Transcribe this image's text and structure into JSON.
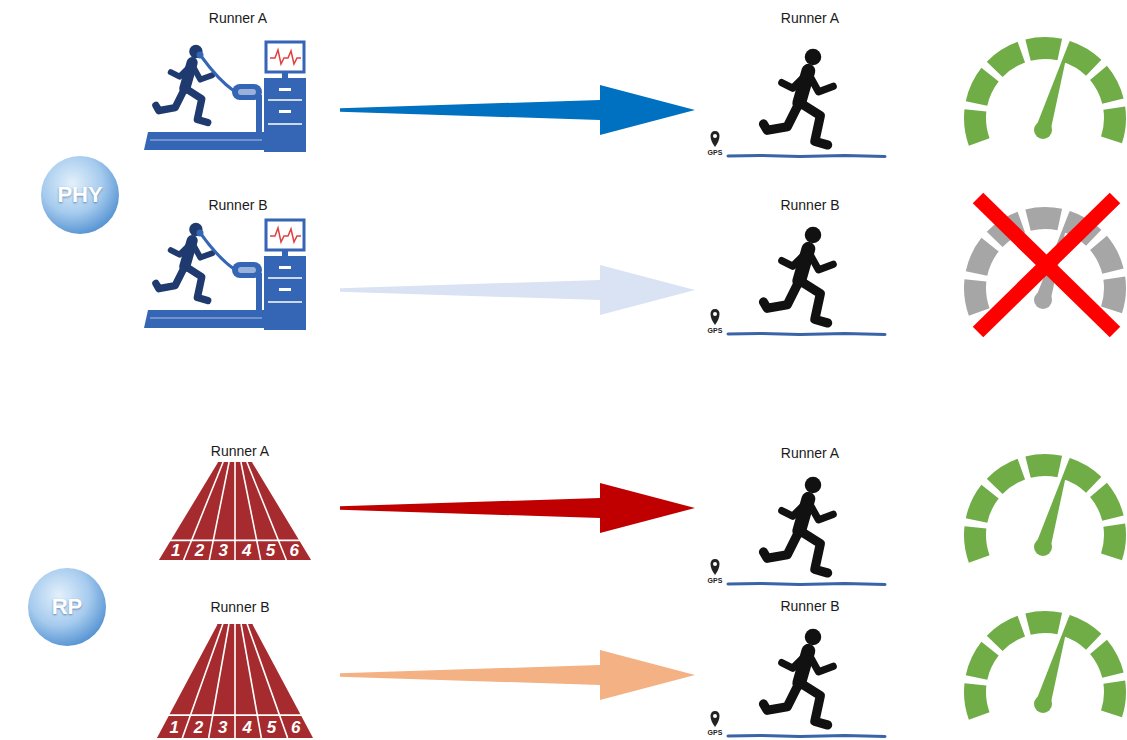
{
  "diagram": {
    "nodes": [
      {
        "text": [
          "PHY"
        ]
      },
      {
        "text": [
          "Runner A"
        ]
      },
      {
        "text": [
          "Runner A",
          "GPS"
        ]
      },
      {
        "text": [
          "Runner B"
        ]
      },
      {
        "text": [
          "Runner B",
          "GPS"
        ]
      },
      {
        "text": [
          "RP"
        ]
      },
      {
        "text": [
          "Runner A"
        ]
      },
      {
        "text": [
          "Runner A",
          "GPS"
        ]
      },
      {
        "text": [
          "Runner B"
        ]
      },
      {
        "text": [
          "Runner B",
          "GPS"
        ]
      }
    ],
    "edges": [
      {
        "from": 1,
        "to": 2,
        "arrow": "to"
      },
      {
        "from": 3,
        "to": 4,
        "arrow": "to"
      },
      {
        "from": 6,
        "to": 7,
        "arrow": "to"
      },
      {
        "from": 8,
        "to": 9,
        "arrow": "to"
      }
    ],
    "labels": [
      "1",
      "2",
      "3",
      "4",
      "5",
      "6",
      "1",
      "2",
      "3",
      "4",
      "5",
      "6"
    ]
  }
}
